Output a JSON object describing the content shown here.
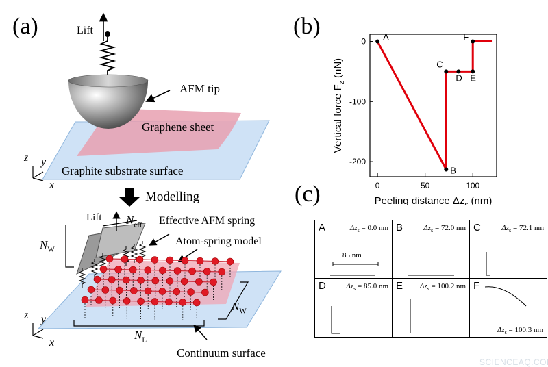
{
  "figure": {
    "panel_labels": {
      "a": "(a)",
      "b": "(b)",
      "c": "(c)"
    },
    "panel_a": {
      "top": {
        "lift": "Lift",
        "afm_tip": "AFM tip",
        "graphene_sheet": "Graphene sheet",
        "substrate": "Graphite substrate surface",
        "axis_z": "z",
        "axis_y": "y",
        "axis_x": "x"
      },
      "modelling": "Modelling",
      "bottom": {
        "lift": "Lift",
        "n_eff": "N",
        "n_eff_sub": "eff",
        "effective_spring": "Effective AFM spring",
        "atom_spring": "Atom-spring model",
        "n_w": "N",
        "n_w_sub": "W",
        "n_l": "N",
        "n_l_sub": "L",
        "continuum": "Continuum surface",
        "axis_z": "z",
        "axis_y": "y",
        "axis_x": "x"
      }
    },
    "panel_c": {
      "cells": [
        {
          "letter": "A",
          "value": "Δz",
          "sub": "s",
          "eq": " = 0.0 nm",
          "scale": "85 nm"
        },
        {
          "letter": "B",
          "value": "Δz",
          "sub": "s",
          "eq": " = 72.0 nm"
        },
        {
          "letter": "C",
          "value": "Δz",
          "sub": "s",
          "eq": " = 72.1 nm"
        },
        {
          "letter": "D",
          "value": "Δz",
          "sub": "s",
          "eq": " = 85.0 nm"
        },
        {
          "letter": "E",
          "value": "Δz",
          "sub": "s",
          "eq": " = 100.2 nm"
        },
        {
          "letter": "F",
          "value": "Δz",
          "sub": "s",
          "eq": " = 100.3 nm"
        }
      ]
    },
    "watermark": "SCIENCEAQ.COM"
  },
  "chart_data": {
    "type": "line",
    "title": "",
    "xlabel": "Peeling distance Δz",
    "xlabel_sub": "s",
    "xlabel_unit": " (nm)",
    "ylabel": "Vertical force F",
    "ylabel_sub": "z",
    "ylabel_unit": " (nN)",
    "xlim": [
      -8,
      125
    ],
    "ylim": [
      -225,
      12
    ],
    "xticks": [
      0,
      50,
      100
    ],
    "yticks": [
      0,
      -100,
      -200
    ],
    "series_color": "#e0000b",
    "series": [
      {
        "points": [
          [
            0,
            0
          ],
          [
            72,
            -213
          ],
          [
            72,
            -50
          ],
          [
            72.1,
            -50
          ],
          [
            85,
            -50
          ],
          [
            100,
            -50
          ],
          [
            100,
            0
          ],
          [
            120,
            0
          ]
        ]
      }
    ],
    "markers": [
      {
        "label": "A",
        "x": 0,
        "y": 0
      },
      {
        "label": "B",
        "x": 72,
        "y": -213
      },
      {
        "label": "C",
        "x": 72,
        "y": -50
      },
      {
        "label": "D",
        "x": 85,
        "y": -50
      },
      {
        "label": "E",
        "x": 100,
        "y": -50
      },
      {
        "label": "F",
        "x": 100,
        "y": 0
      }
    ]
  }
}
